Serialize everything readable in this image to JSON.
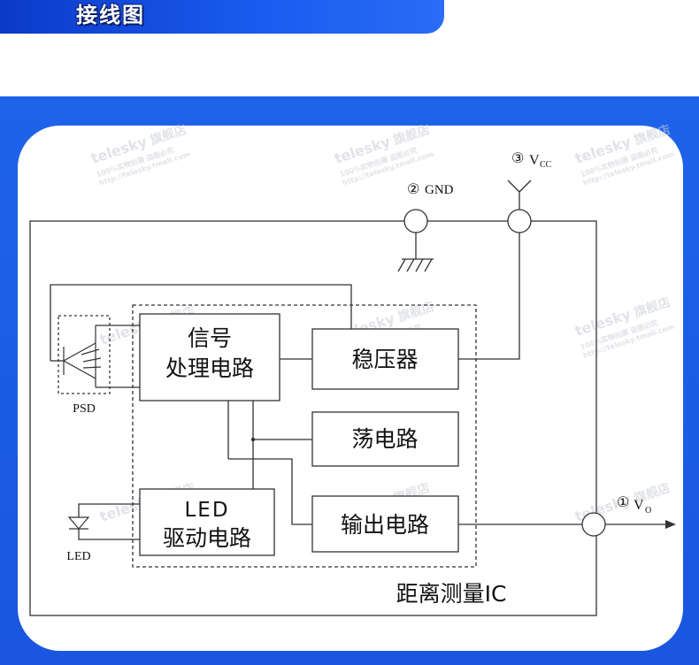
{
  "header": {
    "title": "接线图"
  },
  "diagram": {
    "ic_label": "距离测量IC",
    "blocks": {
      "signal_processing": [
        "信号",
        "处理电路"
      ],
      "regulator": "稳压器",
      "oscillator": "荡电路",
      "led_driver": [
        "LED",
        "驱动电路"
      ],
      "output": "输出电路"
    },
    "pins": {
      "vo": {
        "num": "①",
        "name": "V",
        "sub": "O"
      },
      "gnd": {
        "num": "②",
        "name": "GND"
      },
      "vcc": {
        "num": "③",
        "name": "V",
        "sub": "CC"
      }
    },
    "components": {
      "psd": "PSD",
      "led": "LED"
    }
  },
  "watermark": {
    "brand": "telesky",
    "shop": "旗舰店",
    "line2": "100%实物拍摄 盗图必究",
    "url": "http://telesky.tmall.com"
  },
  "colors": {
    "banner": "#1a4fe0",
    "panel": "#1f5fe8",
    "line": "#333333"
  }
}
